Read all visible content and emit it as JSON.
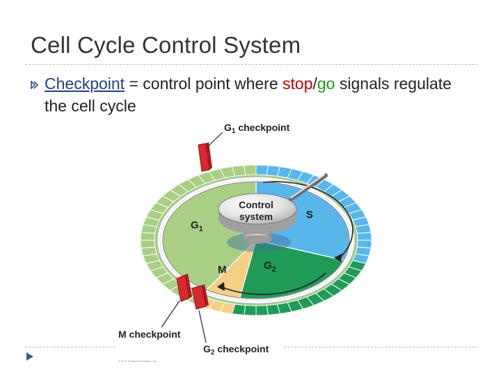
{
  "slide": {
    "title": "Cell Cycle Control System"
  },
  "bullet": {
    "keyword": "Checkpoint",
    "text_before_stop": " = control point where ",
    "stop_word": "stop",
    "slash": "/",
    "go_word": "go",
    "text_after": " signals regulate the cell cycle"
  },
  "diagram": {
    "checkpoints": {
      "g1_prefix": "G",
      "g1_sub": "1",
      "g1_suffix": " checkpoint",
      "g2_prefix": "G",
      "g2_sub": "2",
      "g2_suffix": " checkpoint",
      "m_label": "M checkpoint"
    },
    "phases": {
      "g1_main": "G",
      "g1_sub": "1",
      "s": "S",
      "g2_main": "G",
      "g2_sub": "2",
      "m": "M"
    },
    "control_system_line1": "Control",
    "control_system_line2": "system",
    "copyright": "© 20   © Pearson Education, Inc."
  },
  "colors": {
    "g1_phase": "#a9cf85",
    "s_phase": "#59b6ea",
    "g2_phase": "#1f9b57",
    "m_phase": "#f5cf86",
    "checkpoint_red": "#d9282e",
    "stop": "#c00000",
    "go": "#18a018",
    "bullet_accent": "#2f4f90"
  }
}
